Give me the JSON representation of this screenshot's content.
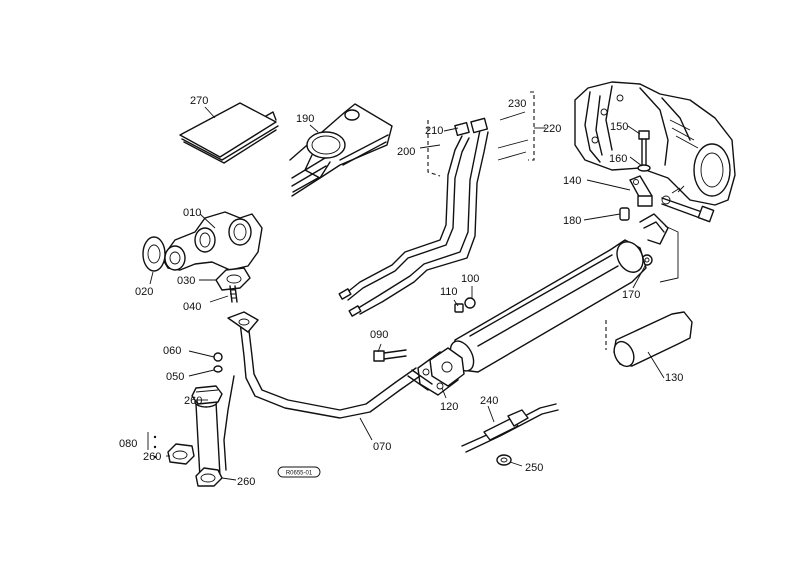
{
  "diagram": {
    "part_labels": {
      "p010": "010",
      "p020": "020",
      "p030": "030",
      "p040": "040",
      "p050": "050",
      "p060": "060",
      "p070": "070",
      "p080": "080",
      "p090": "090",
      "p100": "100",
      "p110": "110",
      "p120": "120",
      "p130": "130",
      "p140": "140",
      "p150": "150",
      "p160": "160",
      "p170": "170",
      "p180": "180",
      "p190": "190",
      "p200": "200",
      "p210": "210",
      "p220": "220",
      "p230": "230",
      "p240": "240",
      "p250": "250",
      "p260a": "260",
      "p260b": "260",
      "p260c": "260",
      "p270": "270"
    },
    "drawing_code": "R0655-01"
  }
}
